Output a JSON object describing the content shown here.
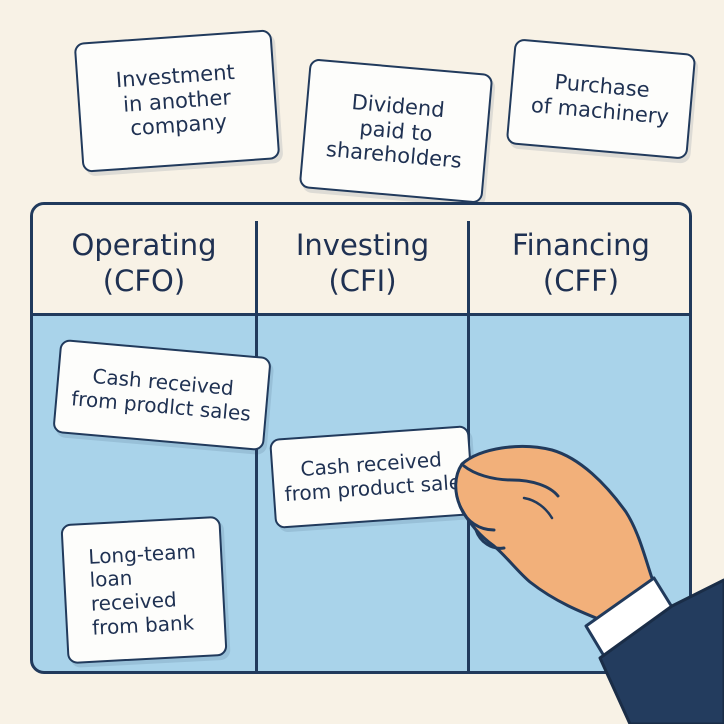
{
  "floating_cards": {
    "investment": [
      "Investment",
      "in another",
      "company"
    ],
    "dividend": [
      "Dividend",
      "paid to",
      "shareholders"
    ],
    "machinery": [
      "Purchase",
      "of machinery"
    ]
  },
  "columns": [
    {
      "title": "Operating",
      "code": "(CFO)"
    },
    {
      "title": "Investing",
      "code": "(CFI)"
    },
    {
      "title": "Financing",
      "code": "(CFF)"
    }
  ],
  "placed_cards": {
    "operating_sales": [
      "Cash received",
      "from prodlct sales"
    ],
    "operating_loan": [
      "Long-team",
      "loan",
      "received",
      "from bank"
    ],
    "held_card": [
      "Cash received",
      "from product sale"
    ]
  },
  "colors": {
    "background": "#f8f2e6",
    "board_fill": "#a9d3ea",
    "outline": "#213a5c",
    "skin": "#f2b07a",
    "sleeve": "#233c5e"
  }
}
